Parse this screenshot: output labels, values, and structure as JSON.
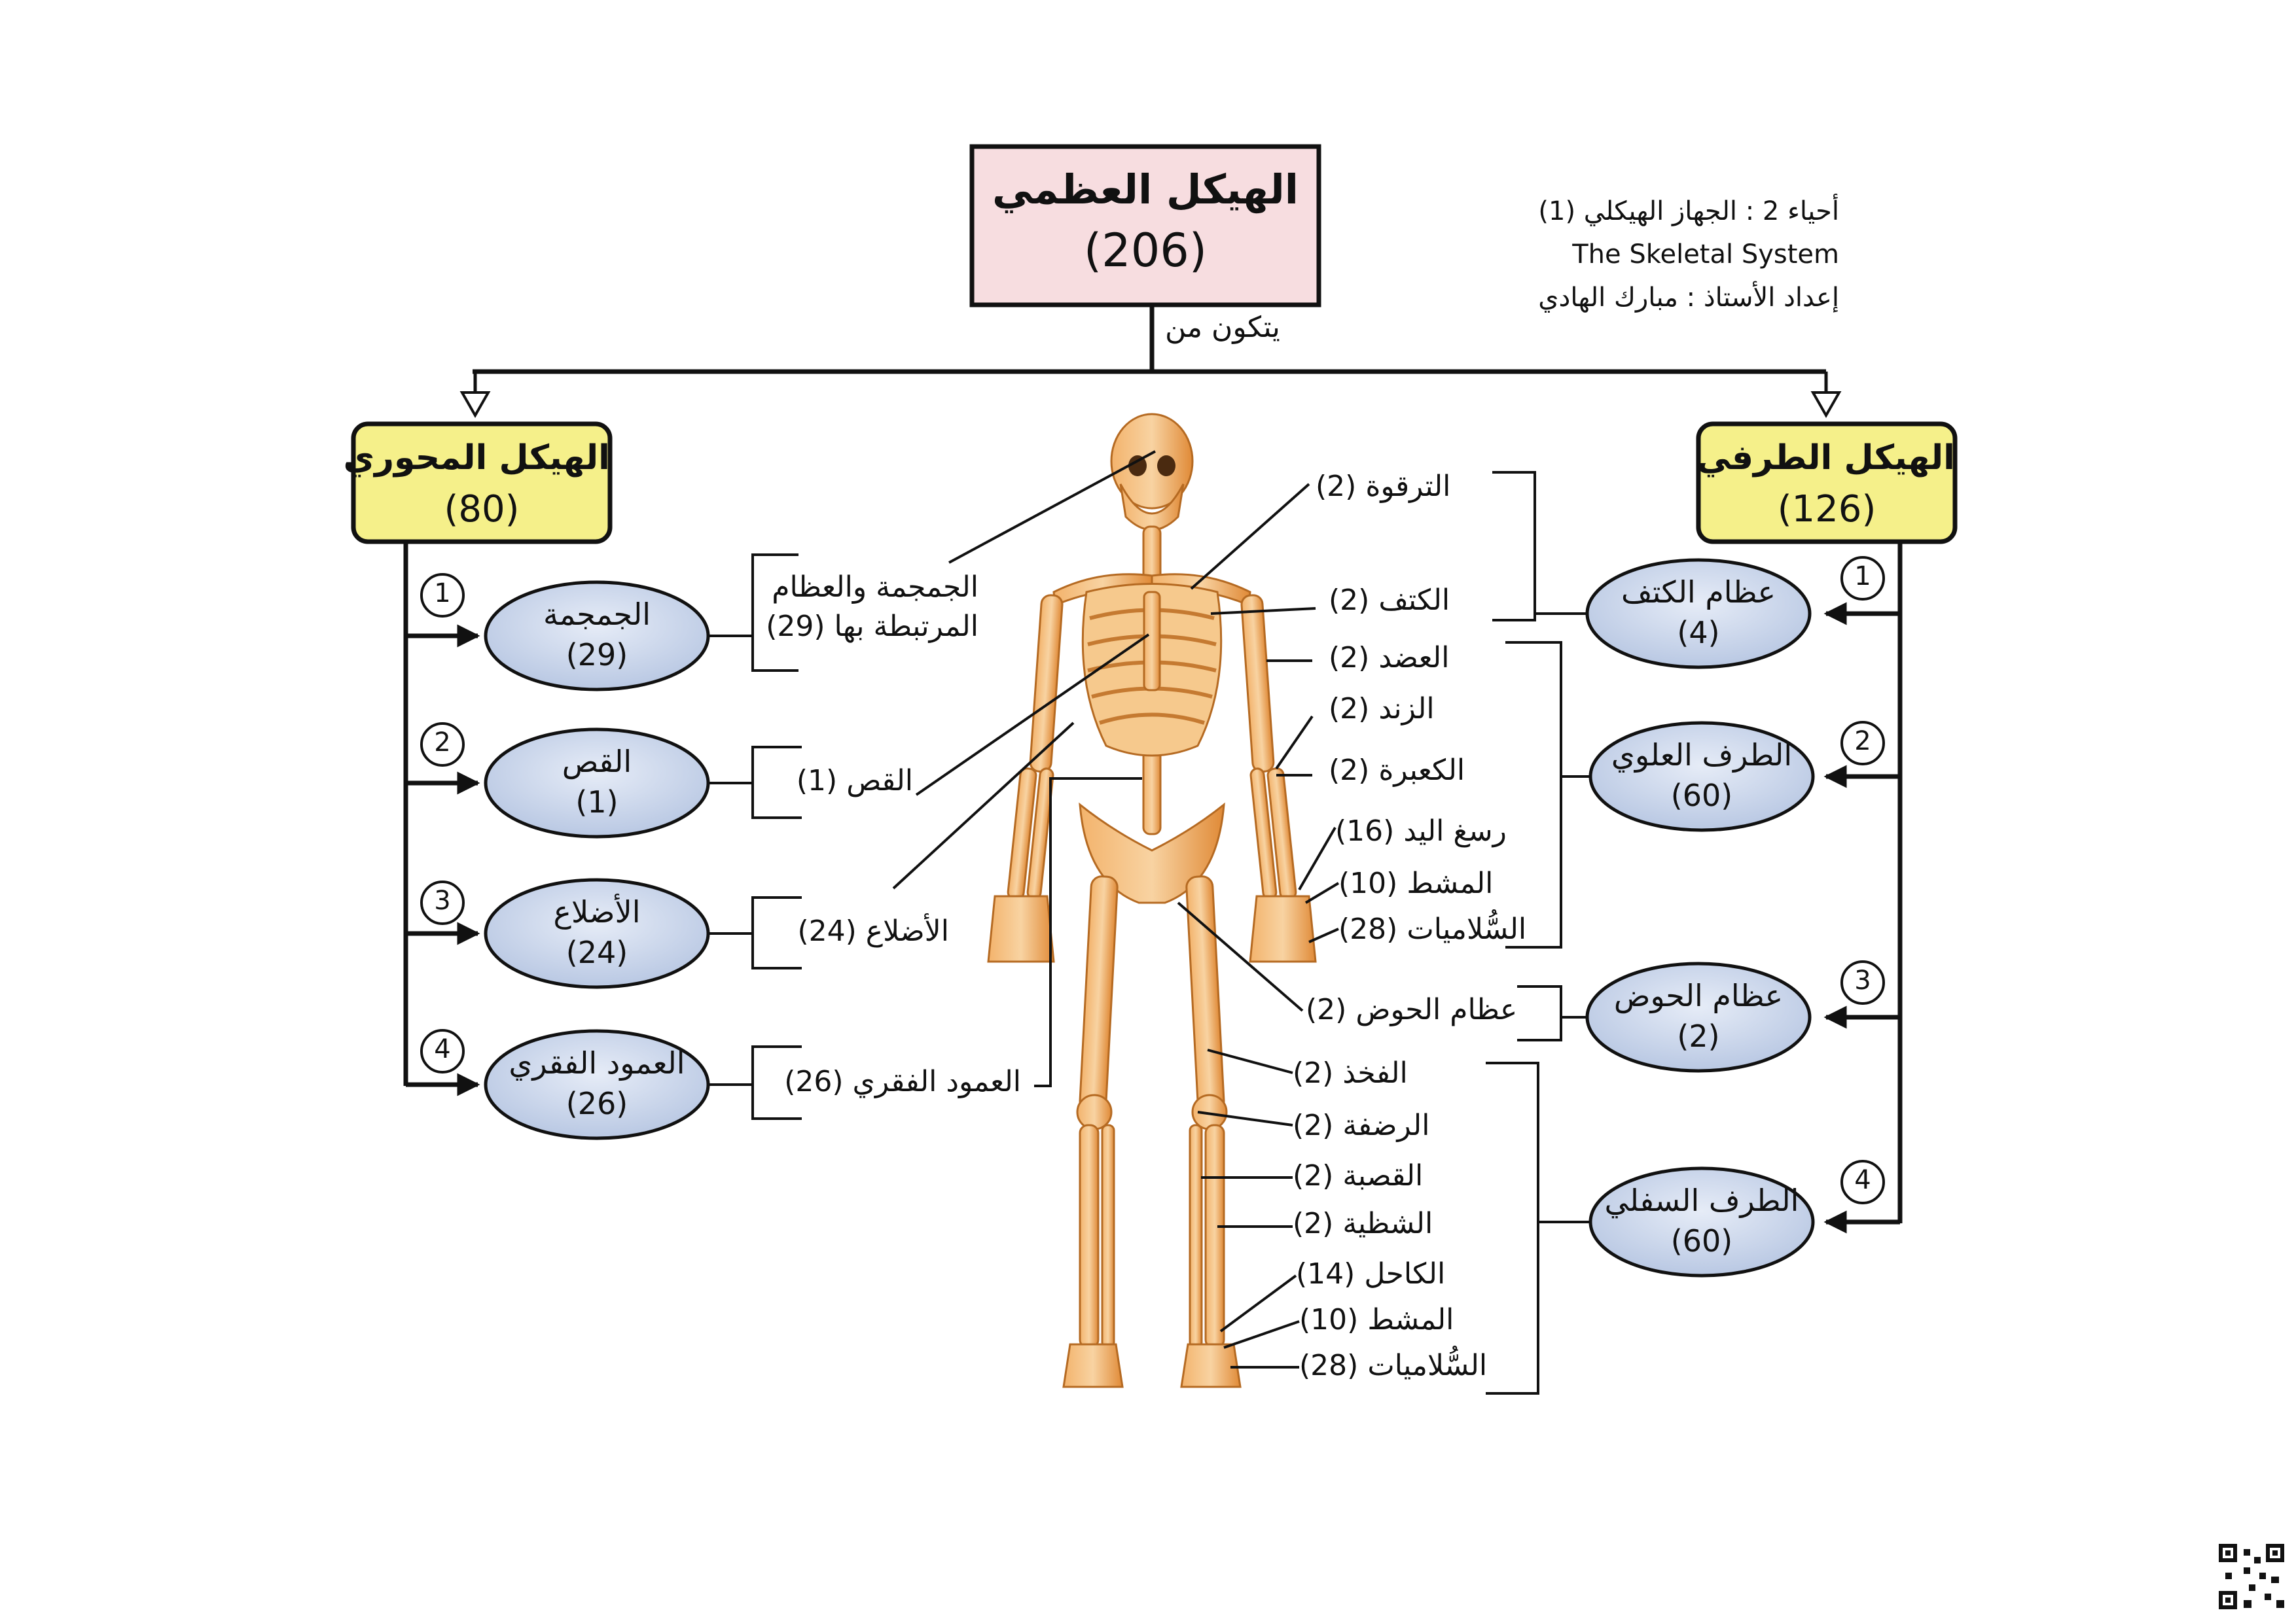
{
  "header": {
    "line1": "أحياء 2 : الجهاز الهيكلي (1)",
    "line2": "The Skeletal System",
    "line3": "إعداد الأستاذ : مبارك الهادي"
  },
  "root": {
    "title": "الهيكل العظمي",
    "count": "(206)",
    "edge_label": "يتكون من"
  },
  "axial": {
    "title": "الهيكل المحوري",
    "count": "(80)",
    "items": [
      {
        "num": "1",
        "name": "الجمجمة",
        "count": "(29)",
        "desc1": "الجمجمة والعظام",
        "desc2": "المرتبطة بها (29)"
      },
      {
        "num": "2",
        "name": "القص",
        "count": "(1)",
        "desc": "القص (1)"
      },
      {
        "num": "3",
        "name": "الأضلاع",
        "count": "(24)",
        "desc": "الأضلاع (24)"
      },
      {
        "num": "4",
        "name": "العمود الفقري",
        "count": "(26)",
        "desc": "العمود الفقري (26)"
      }
    ]
  },
  "appendicular": {
    "title": "الهيكل الطرفي",
    "count": "(126)",
    "items": [
      {
        "num": "1",
        "name": "عظام الكتف",
        "count": "(4)"
      },
      {
        "num": "2",
        "name": "الطرف العلوي",
        "count": "(60)"
      },
      {
        "num": "3",
        "name": "عظام الحوض",
        "count": "(2)"
      },
      {
        "num": "4",
        "name": "الطرف السفلي",
        "count": "(60)"
      }
    ]
  },
  "bones": {
    "shoulder": [
      "الترقوة (2)",
      "الكتف (2)"
    ],
    "upper": [
      "العضد (2)",
      "الزند (2)",
      "الكعبرة (2)",
      "رسغ اليد (16)",
      "المشط (10)",
      "السُّلاميات (28)"
    ],
    "pelvis": [
      "عظام الحوض (2)"
    ],
    "lower": [
      "الفخذ (2)",
      "الرضفة (2)",
      "القصبة (2)",
      "الشظية (2)",
      "الكاحل (14)",
      "المشط (10)",
      "السُّلاميات (28)"
    ]
  },
  "colors": {
    "root_fill": "#f7dde0",
    "division_fill": "#f5f08a",
    "oval_fill": "#cdd8ec",
    "bone_color": "#e89a47",
    "line": "#111111"
  }
}
